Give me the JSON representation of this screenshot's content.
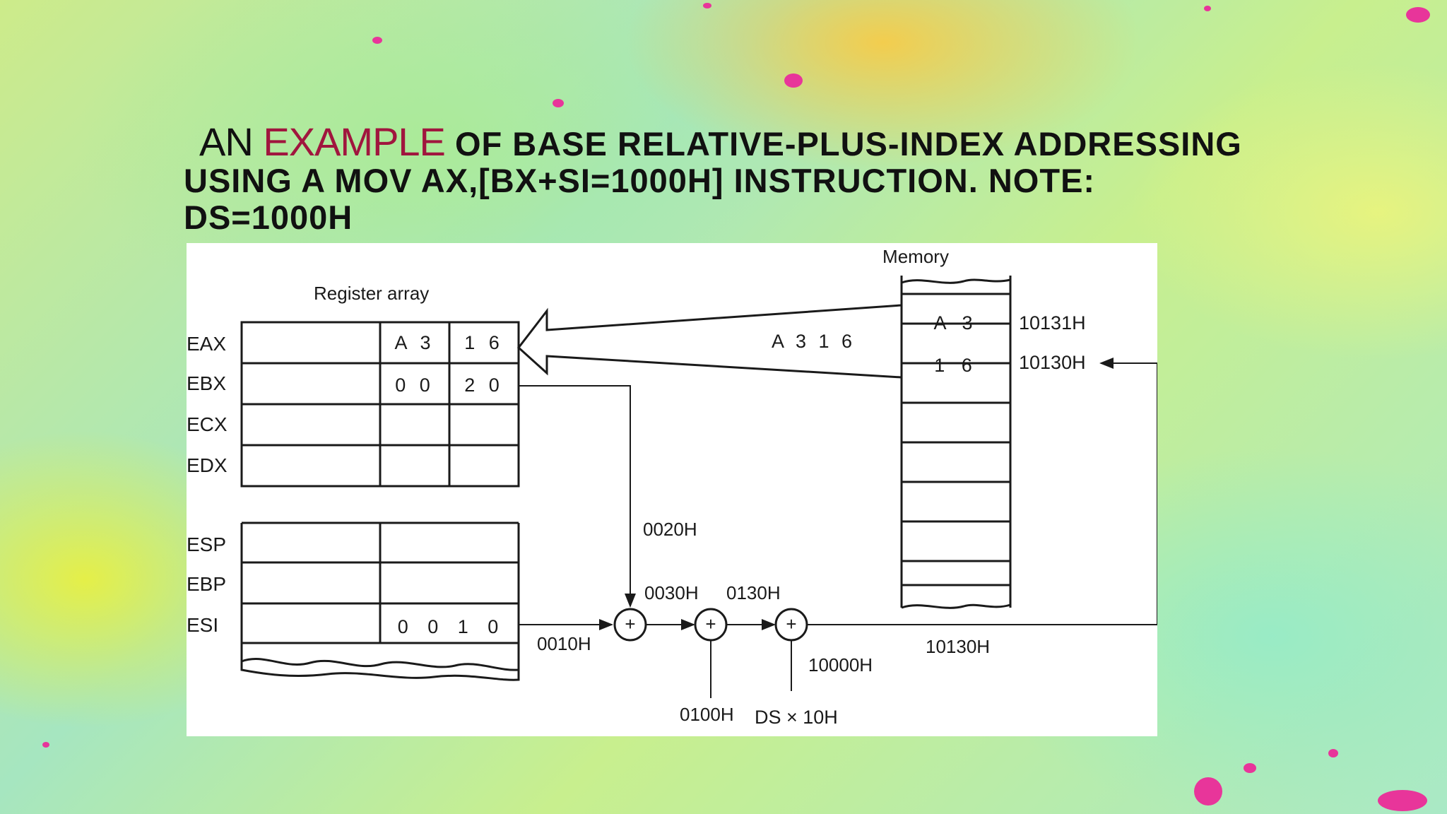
{
  "title": {
    "line1_lead": "AN ",
    "line1_accent": "EXAMPLE",
    "line1_rest": " OF BASE RELATIVE-PLUS-INDEX ADDRESSING",
    "line2": "USING A MOV AX,[BX+SI=1000H] INSTRUCTION. NOTE:",
    "line3": "DS=1000H"
  },
  "diagram": {
    "register_array_label": "Register array",
    "memory_label": "Memory",
    "registers": [
      {
        "name": "EAX",
        "col2": "A 3",
        "col3": "1 6"
      },
      {
        "name": "EBX",
        "col2": "0 0",
        "col3": "2 0"
      },
      {
        "name": "ECX",
        "col2": "",
        "col3": ""
      },
      {
        "name": "EDX",
        "col2": "",
        "col3": ""
      }
    ],
    "registers2": [
      {
        "name": "ESP",
        "value": ""
      },
      {
        "name": "EBP",
        "value": ""
      },
      {
        "name": "ESI",
        "value": "0 0 1 0"
      }
    ],
    "memory_cells": [
      {
        "value": "A 3",
        "address": "10131H"
      },
      {
        "value": "1 6",
        "address": "10130H"
      }
    ],
    "transfer_label": "A 3 1 6",
    "labels": {
      "bx_offset": "0020H",
      "si_offset": "0010H",
      "sum1": "0030H",
      "sum2": "0130H",
      "displacement": "0100H",
      "ds_shifted": "10000H",
      "ds_label": "DS × 10H",
      "effective_address": "10130H"
    },
    "adder_symbol": "+"
  },
  "colors": {
    "accent": "#a0163e",
    "title_text": "#111111",
    "splatter": "#e8359a",
    "diagram_bg": "#ffffff"
  }
}
